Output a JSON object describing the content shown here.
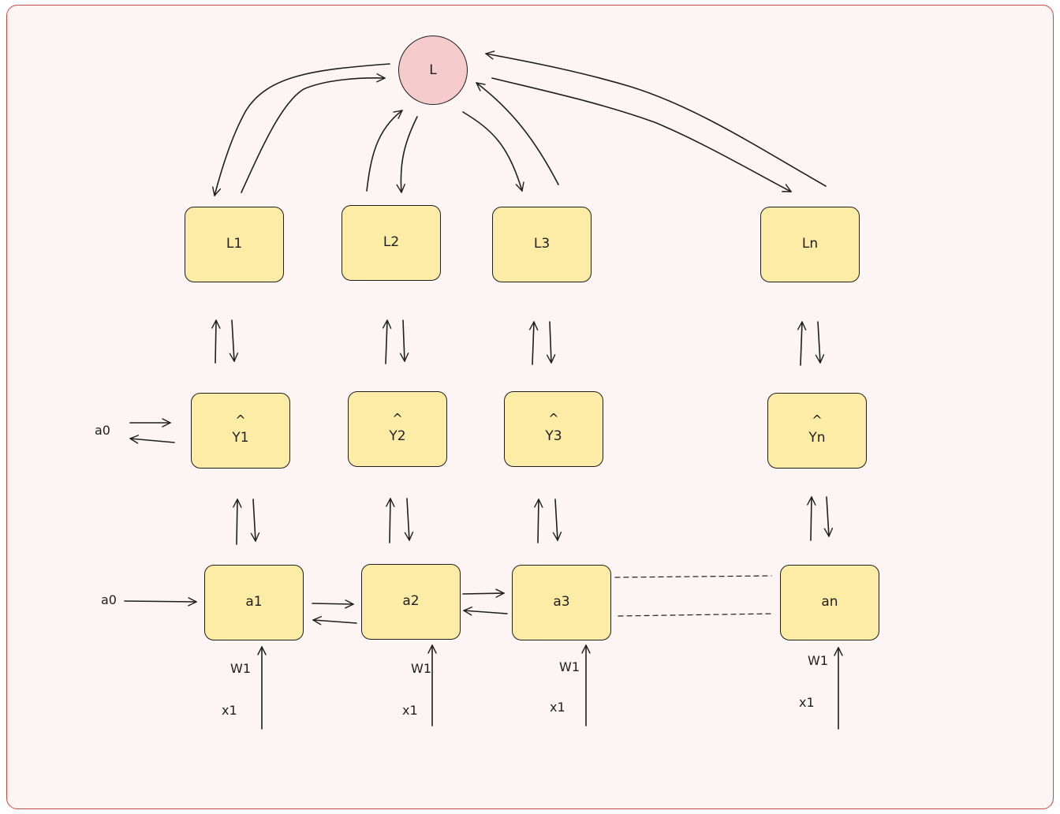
{
  "diagram": {
    "loss": "L",
    "loss_nodes": [
      "L1",
      "L2",
      "L3",
      "Ln"
    ],
    "prediction_nodes": [
      {
        "hat": "^",
        "label": "Y1"
      },
      {
        "hat": "^",
        "label": "Y2"
      },
      {
        "hat": "^",
        "label": "Y3"
      },
      {
        "hat": "^",
        "label": "Yn"
      }
    ],
    "activation_nodes": [
      "a1",
      "a2",
      "a3",
      "an"
    ],
    "initial_state": "a0",
    "weight_labels": [
      "W1",
      "W1",
      "W1",
      "W1"
    ],
    "input_labels": [
      "x1",
      "x1",
      "x1",
      "x1"
    ]
  },
  "colors": {
    "frame_border": "#c94848",
    "frame_fill": "#fdf4f4",
    "node_fill": "#fdeca6",
    "loss_fill": "#f6cbcb",
    "stroke": "#1e1e1e"
  }
}
